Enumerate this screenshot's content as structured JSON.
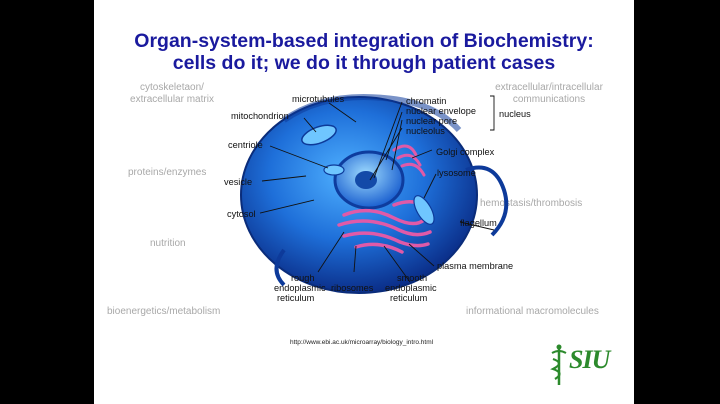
{
  "title": {
    "line1": "Organ-system-based integration of Biochemistry:",
    "line2": "cells do it; we do it through patient cases"
  },
  "topics": {
    "cytoskeleton_line1": "cytoskeletaon/",
    "cytoskeleton_line2": "extracellular matrix",
    "communications_line1": "extracellular/intracellular",
    "communications_line2": "communications",
    "proteins": "proteins/enzymes",
    "hemostasis": "hemostasis/thrombosis",
    "nutrition": "nutrition",
    "bioenergetics": "bioenergetics/metabolism",
    "informational": "informational macromolecules"
  },
  "cell_labels": {
    "microtubules": "microtubules",
    "mitochondrion": "mitochondrion",
    "centriole": "centriole",
    "vesicle": "vesicle",
    "cytosol": "cytosol",
    "chromatin": "chromatin",
    "nuclear_envelope": "nuclear envelope",
    "nuclear_pore": "nuclear pore",
    "nucleolus": "nucleolus",
    "nucleus": "nucleus",
    "golgi": "Golgi complex",
    "lysosome": "lysosome",
    "flagellum": "flagellum",
    "plasma_membrane": "plasma membrane",
    "rough_er_1": "rough",
    "rough_er_2": "endoplasmic",
    "rough_er_3": "reticulum",
    "ribosomes": "ribosomes",
    "smooth_er_1": "smooth",
    "smooth_er_2": "endoplasmic",
    "smooth_er_3": "reticulum"
  },
  "source_url": "http://www.ebi.ac.uk/microarray/biology_intro.html",
  "logo": {
    "text": "SIU"
  },
  "colors": {
    "title": "#1a1a9e",
    "topic_text": "#a8a8a8",
    "cell_blue": "#1e6fd9",
    "er_pink": "#e05aa8",
    "logo_green": "#2c8a2c"
  }
}
